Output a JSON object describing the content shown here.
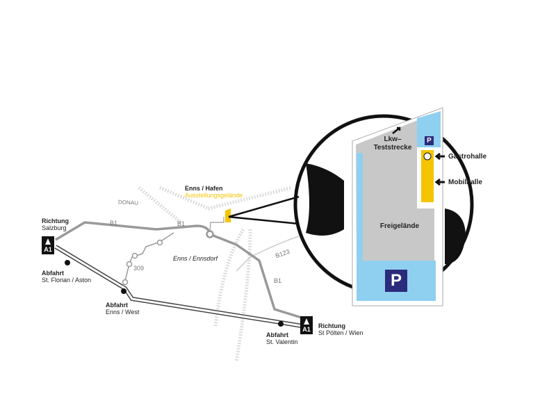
{
  "map": {
    "river_label": "DONAU",
    "destination": {
      "title": "Enns / Hafen",
      "subtitle": "Ausstellungsgelände"
    },
    "roads": {
      "b1": "B1",
      "b309": "309",
      "b123": "B123",
      "b1_2": "B1",
      "b1_3": "B1"
    },
    "places": {
      "ennsdorf": "Enns / Ennsdorf"
    },
    "labels": [
      {
        "title": "Richtung",
        "sub": "Salzburg"
      },
      {
        "title": "Abfahrt",
        "sub": "St. Florian / Aston"
      },
      {
        "title": "Abfahrt",
        "sub": "Enns / West"
      },
      {
        "title": "Abfahrt",
        "sub": "St. Valentin"
      },
      {
        "title": "Richtung",
        "sub": "St Pölten / Wien"
      }
    ],
    "motorway": "A1"
  },
  "inset": {
    "lkw": "Lkw–\nTeststrecke",
    "parking": "P",
    "gastro": "Gastrohalle",
    "mobil": "Mobilhalle",
    "freigelaende": "Freigelände"
  },
  "colors": {
    "road": "#999999",
    "highlight": "#f5c400",
    "parking_area": "#8fd0f0",
    "parking_sign": "#2b2b7c",
    "ground": "#c8c8c8"
  }
}
